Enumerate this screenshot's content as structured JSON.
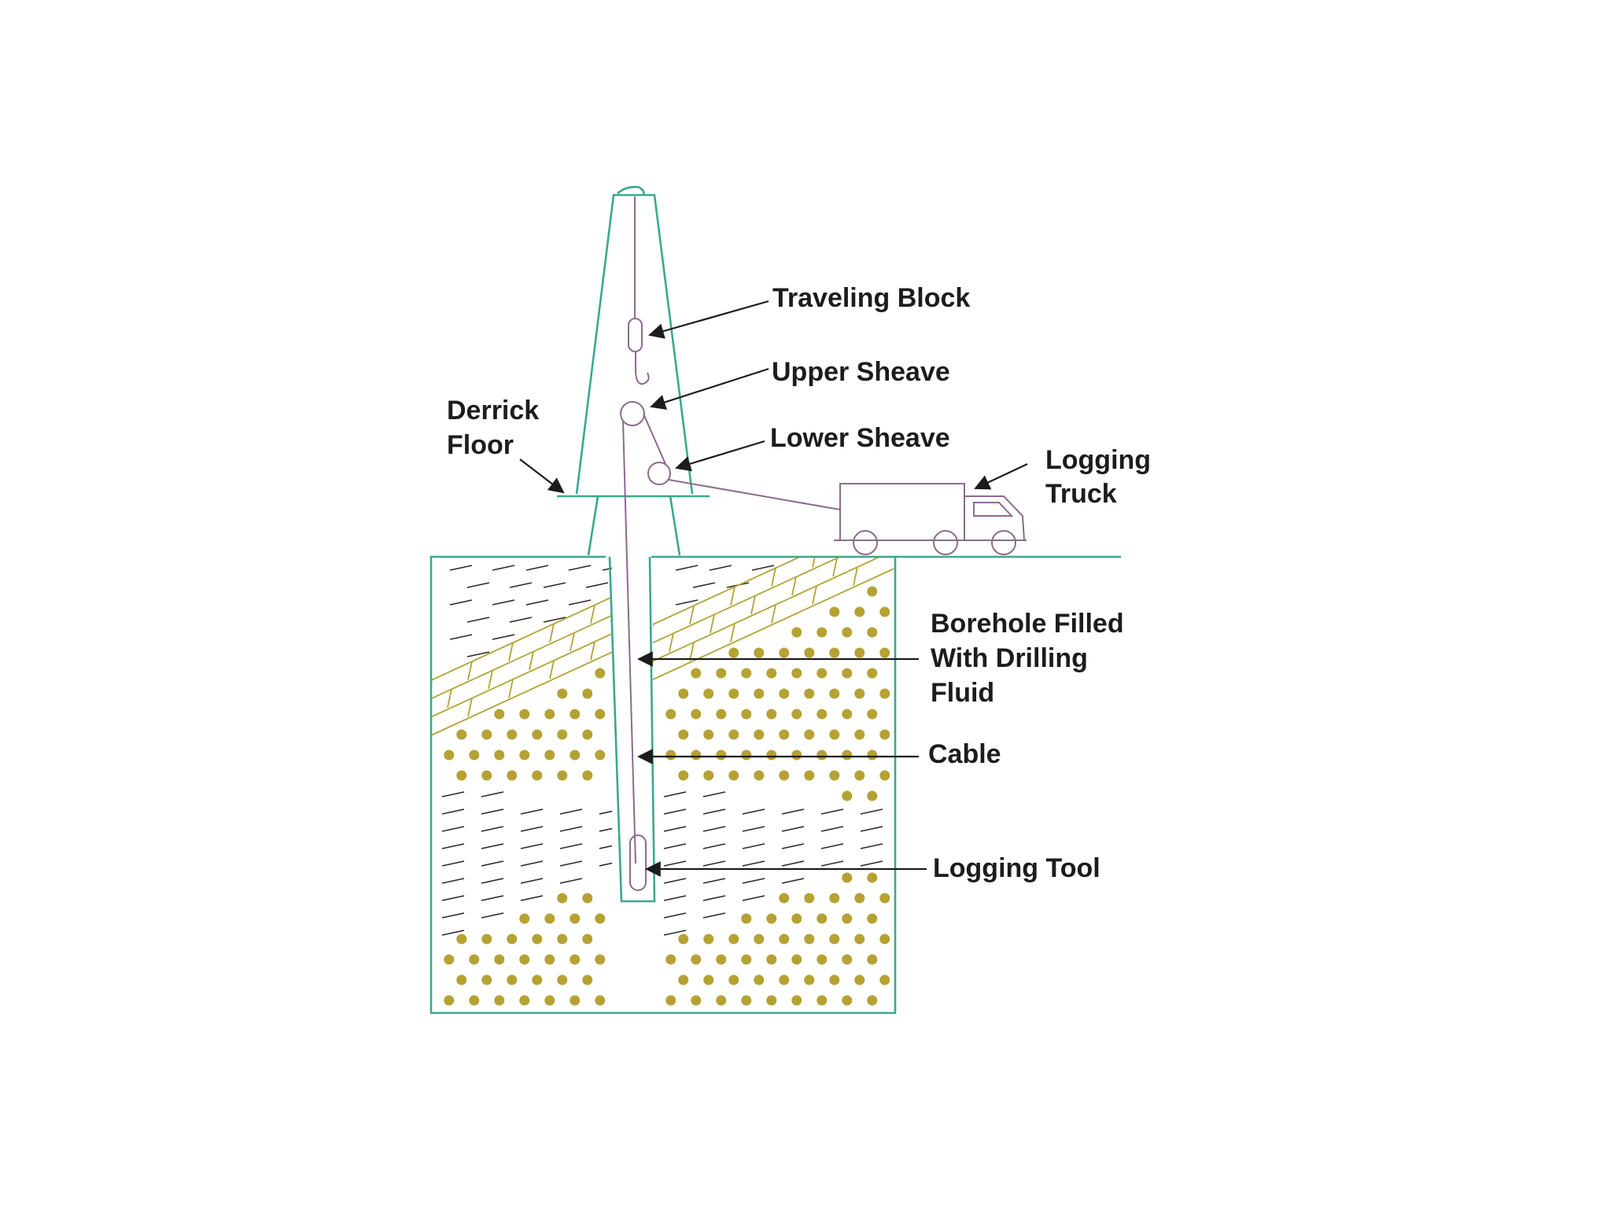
{
  "labels": {
    "traveling_block": "Traveling Block",
    "upper_sheave": "Upper Sheave",
    "lower_sheave": "Lower Sheave",
    "derrick_floor_line1": "Derrick",
    "derrick_floor_line2": "Floor",
    "logging_truck_line1": "Logging",
    "logging_truck_line2": "Truck",
    "borehole_line1": "Borehole Filled",
    "borehole_line2": "With Drilling",
    "borehole_line3": "Fluid",
    "cable": "Cable",
    "logging_tool": "Logging Tool"
  },
  "colors": {
    "outline": "#3aa88f",
    "cable": "#8c6b8f",
    "formation_pattern": "#b5a233",
    "shale_dash": "#2b2b2b",
    "text": "#1c1c1c"
  }
}
